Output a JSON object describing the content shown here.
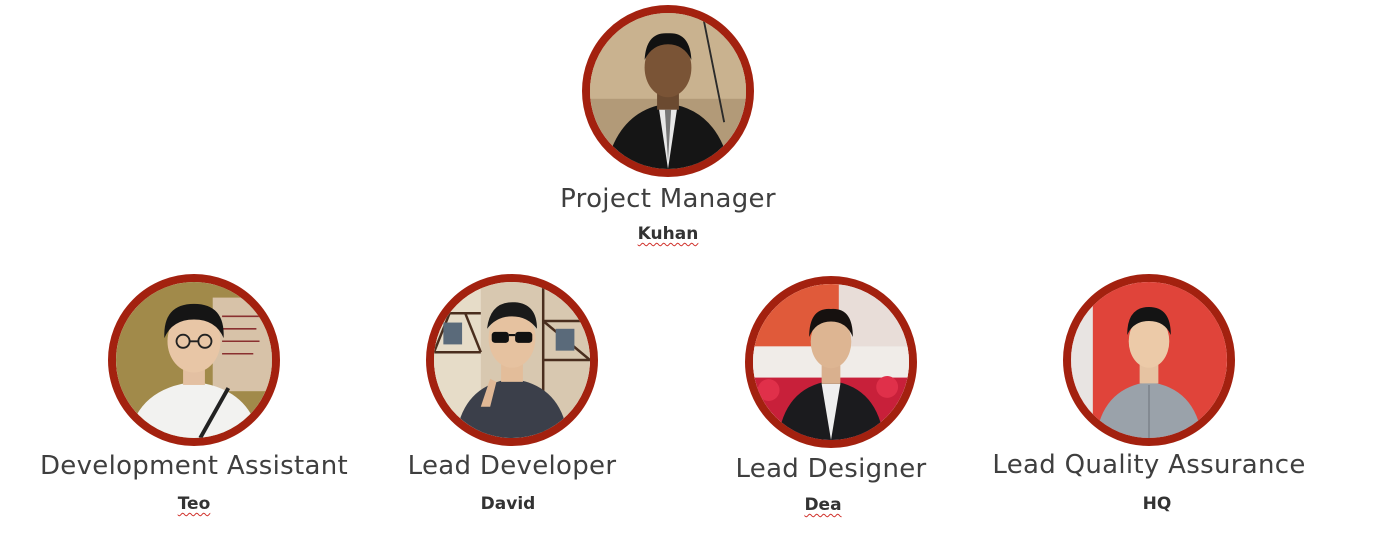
{
  "team": {
    "manager": {
      "role": "Project Manager",
      "name": "Kuhan",
      "avatar_icon": "person-portrait-icon"
    },
    "members": [
      {
        "role": "Development Assistant",
        "name": "Teo",
        "avatar_icon": "person-portrait-icon"
      },
      {
        "role": "Lead Developer",
        "name": "David",
        "avatar_icon": "person-portrait-icon"
      },
      {
        "role": "Lead Designer",
        "name": "Dea",
        "avatar_icon": "person-portrait-icon"
      },
      {
        "role": "Lead Quality Assurance",
        "name": "HQ",
        "avatar_icon": "person-portrait-icon"
      }
    ]
  },
  "colors": {
    "ring": "#a3210f",
    "role_text": "#3f3f3f",
    "name_text": "#333333",
    "spellcheck_underline": "#d0302a"
  }
}
